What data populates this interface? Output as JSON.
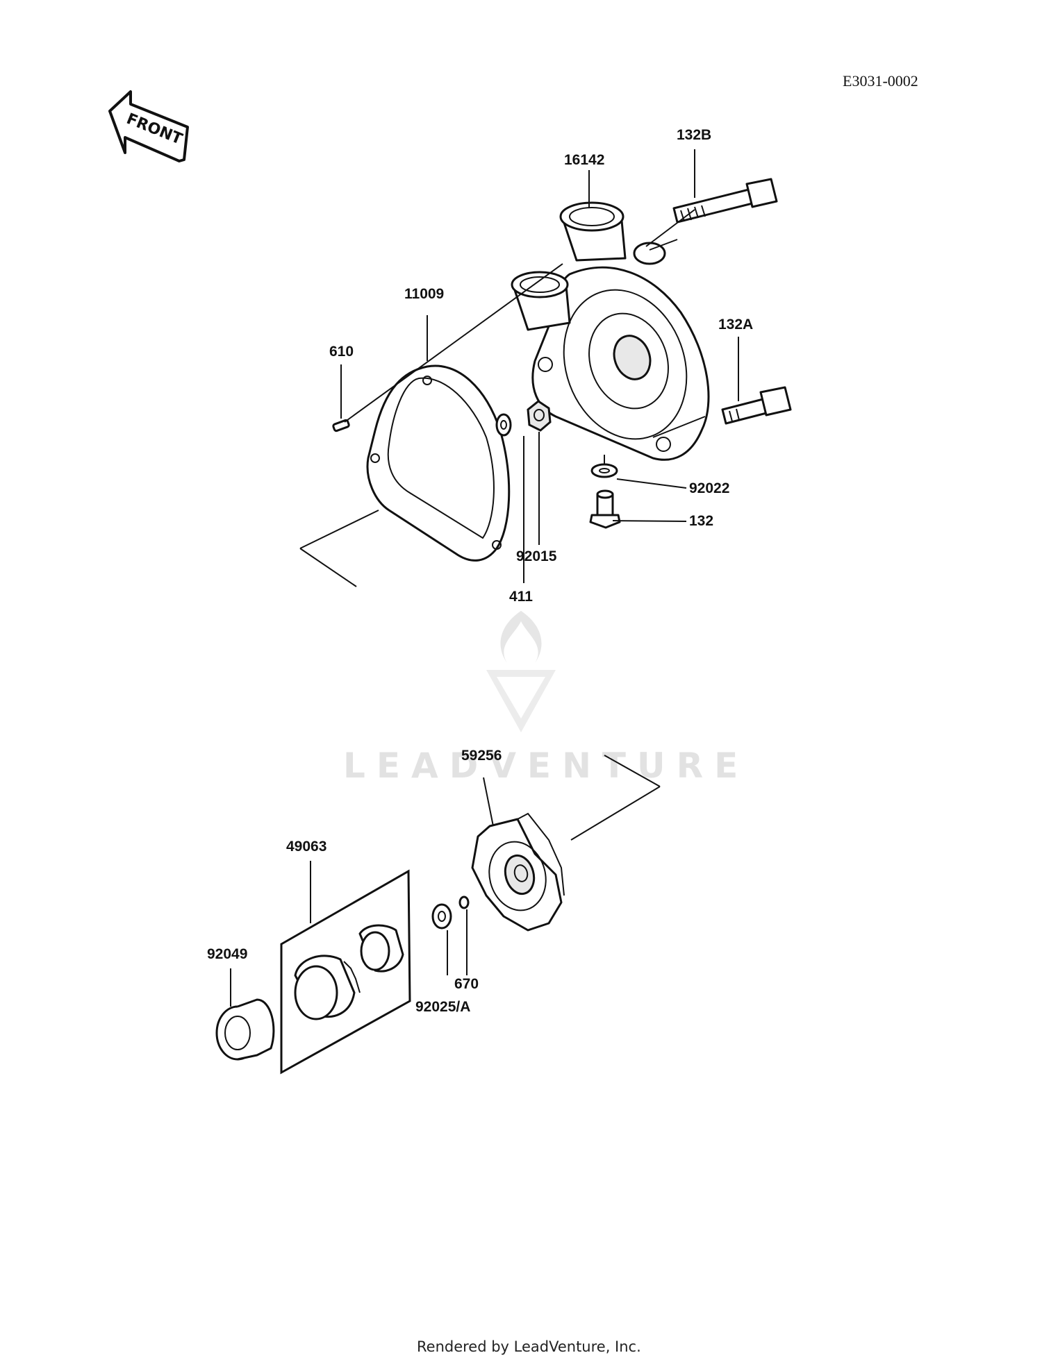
{
  "diagram_code": "E3031-0002",
  "front_label": "FRONT",
  "watermark": "LEADVENTURE",
  "footer": "Rendered by LeadVenture, Inc.",
  "parts": {
    "p132B": "132B",
    "p16142": "16142",
    "p11009": "11009",
    "p610": "610",
    "p132A": "132A",
    "p92022": "92022",
    "p132": "132",
    "p92015": "92015",
    "p411": "411",
    "p59256": "59256",
    "p49063": "49063",
    "p92049": "92049",
    "p670": "670",
    "p92025A": "92025/A"
  }
}
